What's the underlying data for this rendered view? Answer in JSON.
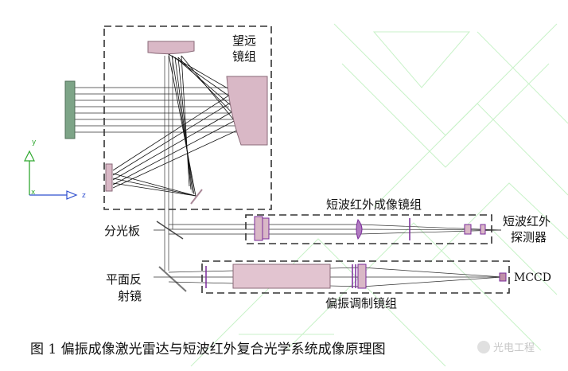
{
  "labels": {
    "telescope": [
      "望远",
      "镜组"
    ],
    "swir_imaging": "短波红外成像镜组",
    "swir_detector": [
      "短波红外",
      "探测器"
    ],
    "beam_splitter": "分光板",
    "flat_mirror": [
      "平面反",
      "射镜"
    ],
    "polarization_group": "偏振调制镜组",
    "mccd": "MCCD"
  },
  "axes": {
    "y": "y",
    "x": "x",
    "z": "z"
  },
  "caption": "图 1  偏振成像激光雷达与短波红外复合光学系统成像原理图",
  "watermark": "光电工程",
  "colors": {
    "frame": "#333333",
    "optic_fill": "#d9b8c6",
    "optic_stroke": "#8a6a78",
    "lens_accent": "#7a2b9a",
    "ray": "#1a1a1a",
    "axis_green": "#2fa82f",
    "axis_blue": "#2f4fcf",
    "bg_pattern": "#b9f0b9"
  }
}
